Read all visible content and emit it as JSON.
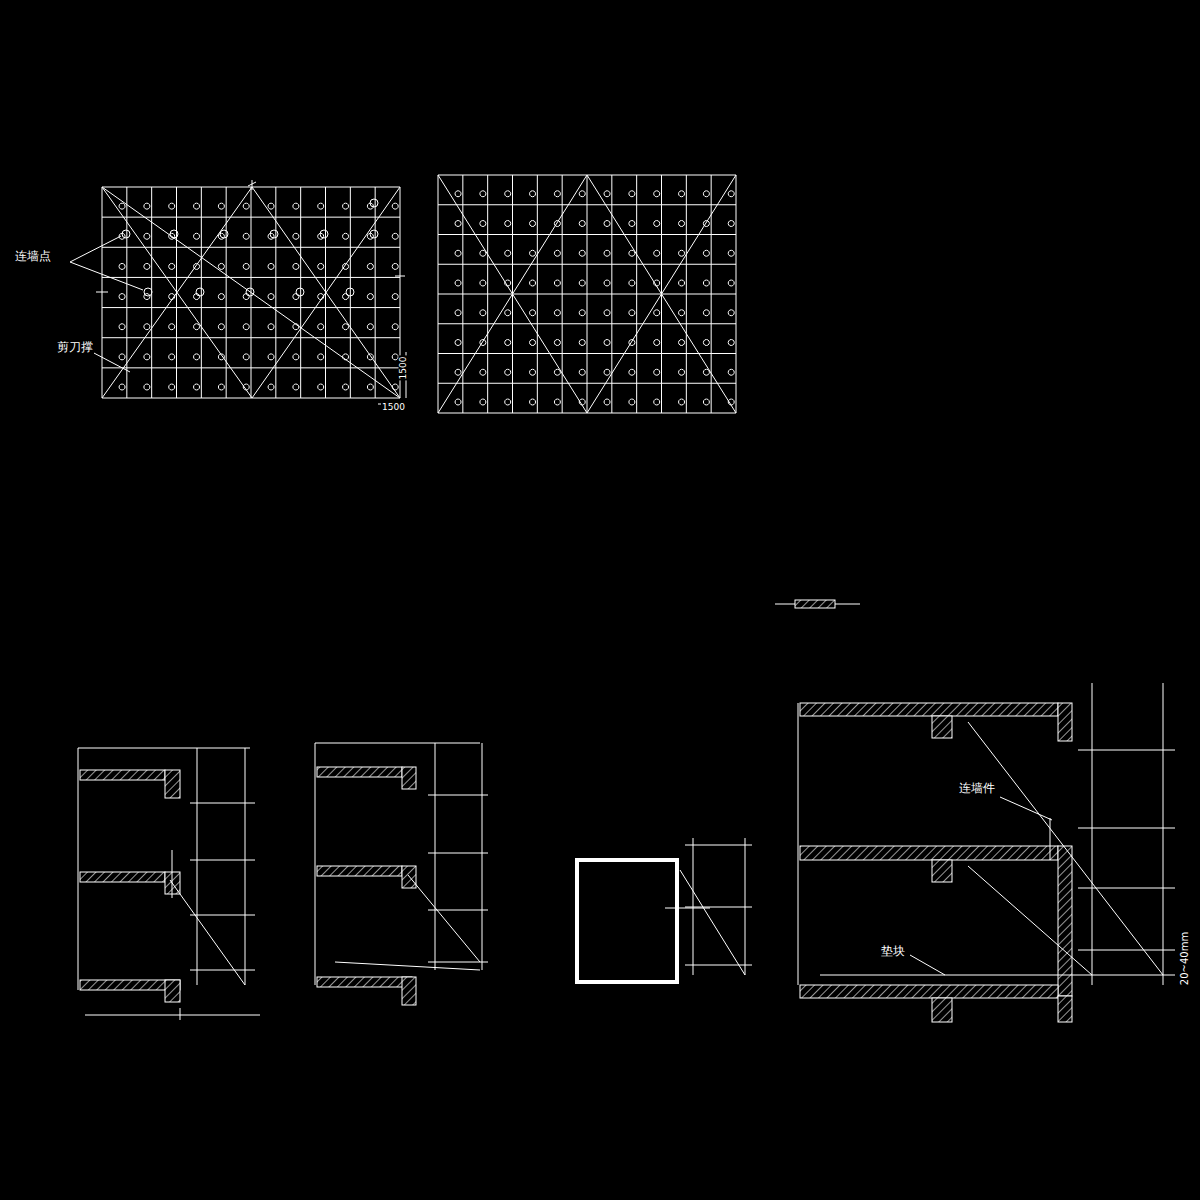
{
  "diagram": {
    "labels": [
      "连墙点",
      "剪刀撑",
      "1500",
      "1500",
      "连墙件",
      "垫块",
      "20~40mm"
    ]
  }
}
